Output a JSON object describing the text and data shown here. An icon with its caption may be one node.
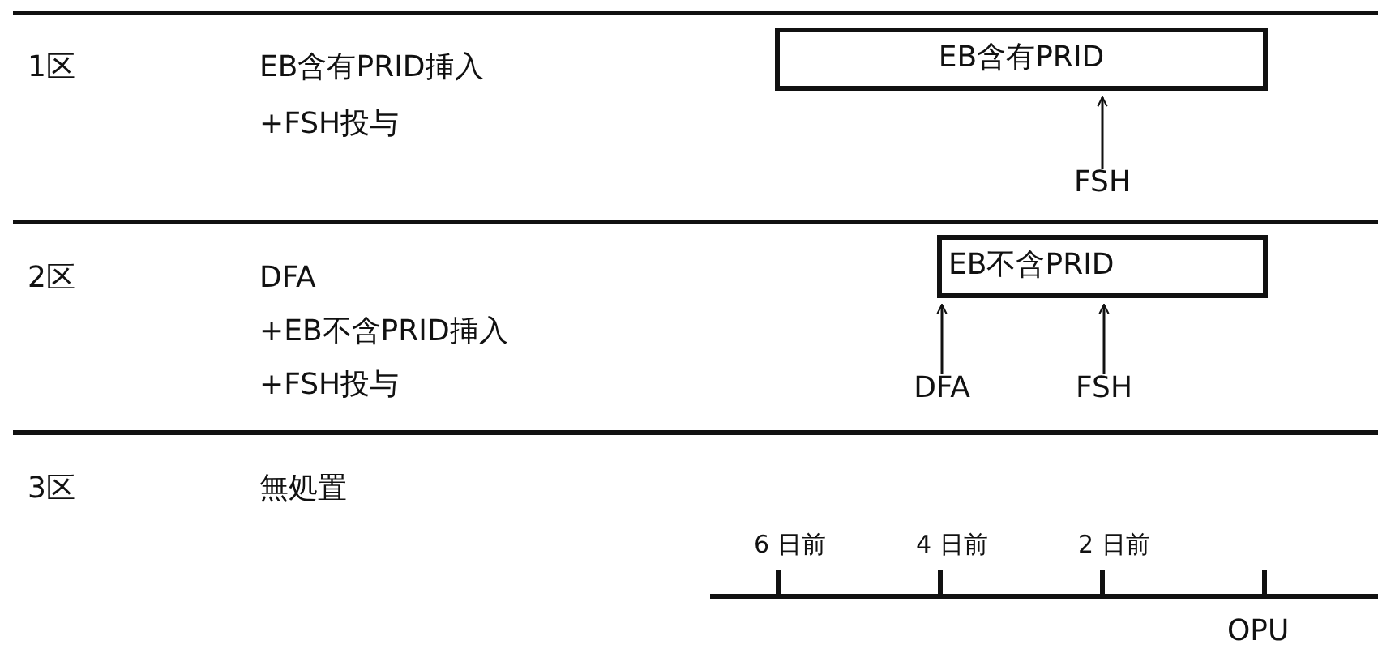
{
  "diagram": {
    "nodes": [
      {
        "text": [
          "EB含有PRID"
        ]
      },
      {
        "text": [
          "FSH"
        ]
      },
      {
        "text": [
          "EB不含PRID"
        ]
      },
      {
        "text": [
          "DFA"
        ]
      },
      {
        "text": [
          "FSH"
        ]
      }
    ],
    "edges": [
      {
        "from": 1,
        "to": 0,
        "arrow": "to"
      },
      {
        "from": 3,
        "to": 2,
        "arrow": "to"
      },
      {
        "from": 4,
        "to": 2,
        "arrow": "to"
      }
    ],
    "labels": [
      "1区",
      "EB含有PRID挿入",
      "+FSH投与",
      "2区",
      "DFA",
      "+EB不含PRID挿入",
      "+FSH投与",
      "3区",
      "無処置",
      "6 日前",
      "4 日前",
      "2 日前",
      "OPU"
    ]
  }
}
